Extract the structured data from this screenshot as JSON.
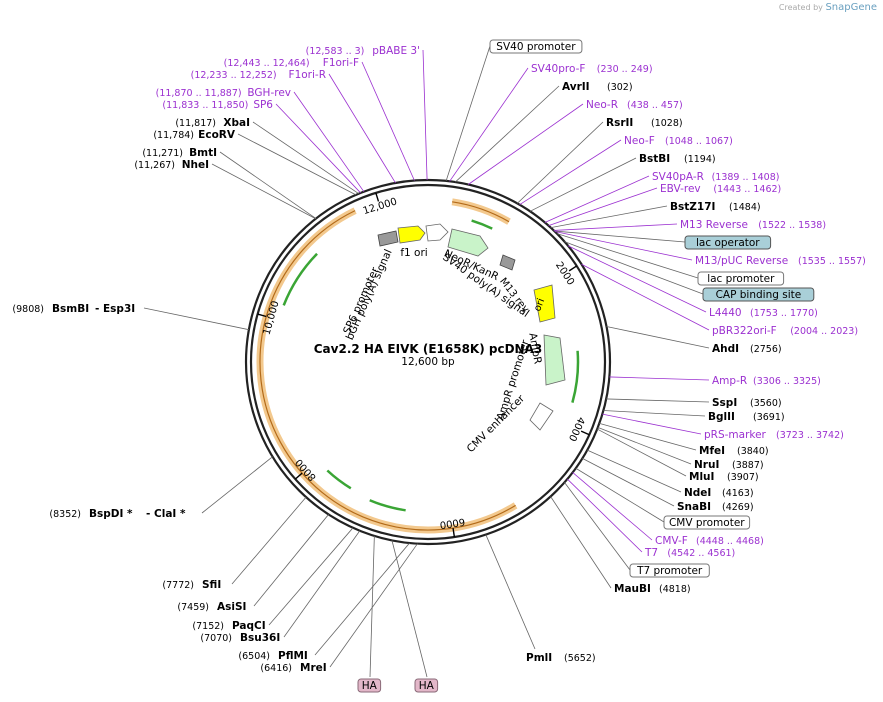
{
  "credit": {
    "prefix": "Created by",
    "brand": "SnapGene"
  },
  "plasmid": {
    "name": "Cav2.2 HA EIVK (E1658K) pcDNA3",
    "size_label": "12,600 bp",
    "length": 12600
  },
  "ticks": [
    {
      "pos": 2000,
      "label": "2000"
    },
    {
      "pos": 4000,
      "label": "4000"
    },
    {
      "pos": 6000,
      "label": "6000"
    },
    {
      "pos": 8000,
      "label": "8000"
    },
    {
      "pos": 10000,
      "label": "10,000"
    },
    {
      "pos": 12000,
      "label": "12,000"
    }
  ],
  "colors": {
    "backbone": "#222222",
    "cds": "#f3c98e",
    "cds_inner": "#b36b1a",
    "green": "#3aa535",
    "arrow_green": "#c9f3c9",
    "yellow": "#ffff00",
    "primer": "#9b30d0"
  },
  "top_labels": [
    {
      "kind": "primer",
      "name": "pBABE 3'",
      "range": "(12,583 .. 3)"
    },
    {
      "kind": "primer",
      "name": "F1ori-F",
      "range": "(12,443 .. 12,464)"
    },
    {
      "kind": "primer",
      "name": "F1ori-R",
      "range": "(12,233 .. 12,252)"
    },
    {
      "kind": "primer",
      "name": "BGH-rev",
      "range": "(11,870 .. 11,887)"
    },
    {
      "kind": "primer",
      "name": "SP6",
      "range": "(11,833 .. 11,850)"
    },
    {
      "kind": "enzyme",
      "name": "XbaI",
      "range": "(11,817)"
    },
    {
      "kind": "enzyme",
      "name": "EcoRV",
      "range": "(11,784)"
    },
    {
      "kind": "enzyme",
      "name": "BmtI",
      "range": "(11,271)"
    },
    {
      "kind": "enzyme",
      "name": "NheI",
      "range": "(11,267)"
    }
  ],
  "right_labels": [
    {
      "kind": "feature",
      "name": "SV40 promoter",
      "range": ""
    },
    {
      "kind": "primer",
      "name": "SV40pro-F",
      "range": "(230 .. 249)"
    },
    {
      "kind": "enzyme",
      "name": "AvrII",
      "range": "(302)"
    },
    {
      "kind": "primer",
      "name": "Neo-R",
      "range": "(438 .. 457)"
    },
    {
      "kind": "enzyme",
      "name": "RsrII",
      "range": "(1028)"
    },
    {
      "kind": "primer",
      "name": "Neo-F",
      "range": "(1048 .. 1067)"
    },
    {
      "kind": "enzyme",
      "name": "BstBI",
      "range": "(1194)"
    },
    {
      "kind": "primer",
      "name": "SV40pA-R",
      "range": "(1389 .. 1408)"
    },
    {
      "kind": "primer",
      "name": "EBV-rev",
      "range": "(1443 .. 1462)"
    },
    {
      "kind": "enzyme",
      "name": "BstZ17I",
      "range": "(1484)"
    },
    {
      "kind": "primer",
      "name": "M13 Reverse",
      "range": "(1522 .. 1538)"
    },
    {
      "kind": "feature-blue",
      "name": "lac operator",
      "range": ""
    },
    {
      "kind": "primer",
      "name": "M13/pUC Reverse",
      "range": "(1535 .. 1557)"
    },
    {
      "kind": "feature",
      "name": "lac promoter",
      "range": ""
    },
    {
      "kind": "feature-blue",
      "name": "CAP binding site",
      "range": ""
    },
    {
      "kind": "primer",
      "name": "L4440",
      "range": "(1753 .. 1770)"
    },
    {
      "kind": "primer",
      "name": "pBR322ori-F",
      "range": "(2004 .. 2023)"
    },
    {
      "kind": "enzyme",
      "name": "AhdI",
      "range": "(2756)"
    },
    {
      "kind": "primer",
      "name": "Amp-R",
      "range": "(3306 .. 3325)"
    },
    {
      "kind": "enzyme",
      "name": "SspI",
      "range": "(3560)"
    },
    {
      "kind": "enzyme",
      "name": "BglII",
      "range": "(3691)"
    },
    {
      "kind": "primer",
      "name": "pRS-marker",
      "range": "(3723 .. 3742)"
    },
    {
      "kind": "enzyme",
      "name": "MfeI",
      "range": "(3840)"
    },
    {
      "kind": "enzyme",
      "name": "NruI",
      "range": "(3887)"
    },
    {
      "kind": "enzyme",
      "name": "MluI",
      "range": "(3907)"
    },
    {
      "kind": "enzyme",
      "name": "NdeI",
      "range": "(4163)"
    },
    {
      "kind": "enzyme",
      "name": "SnaBI",
      "range": "(4269)"
    },
    {
      "kind": "feature",
      "name": "CMV promoter",
      "range": ""
    },
    {
      "kind": "primer",
      "name": "CMV-F",
      "range": "(4448 .. 4468)"
    },
    {
      "kind": "primer",
      "name": "T7",
      "range": "(4542 .. 4561)"
    },
    {
      "kind": "feature",
      "name": "T7 promoter",
      "range": ""
    },
    {
      "kind": "enzyme",
      "name": "MauBI",
      "range": "(4818)"
    }
  ],
  "bottom_labels": [
    {
      "kind": "enzyme",
      "name": "PmlI",
      "range": "(5652)"
    },
    {
      "kind": "feature-pink",
      "name": "HA",
      "range": ""
    },
    {
      "kind": "feature-pink",
      "name": "HA",
      "range": ""
    }
  ],
  "left_labels": [
    {
      "kind": "enzyme",
      "name": "BsmBI",
      "name2": "Esp3I",
      "range": "(9808)"
    },
    {
      "kind": "enzyme",
      "name": "BspDI *",
      "name2": "ClaI *",
      "range": "(8352)"
    },
    {
      "kind": "enzyme",
      "name": "SfiI",
      "range": "(7772)"
    },
    {
      "kind": "enzyme",
      "name": "AsiSI",
      "range": "(7459)"
    },
    {
      "kind": "enzyme",
      "name": "PaqCI",
      "range": "(7152)"
    },
    {
      "kind": "enzyme",
      "name": "Bsu36I",
      "range": "(7070)"
    },
    {
      "kind": "enzyme",
      "name": "PflMI",
      "range": "(6504)"
    },
    {
      "kind": "enzyme",
      "name": "MreI",
      "range": "(6416)"
    }
  ],
  "inner_labels": [
    "SP6 promoter",
    "bGH poly(A) signal",
    "f1 ori",
    "NeoR/KanR",
    "SV40 poly(A) signal",
    "M13 rev",
    "ori",
    "AmpR",
    "AmpR promoter",
    "CMV enhancer"
  ]
}
